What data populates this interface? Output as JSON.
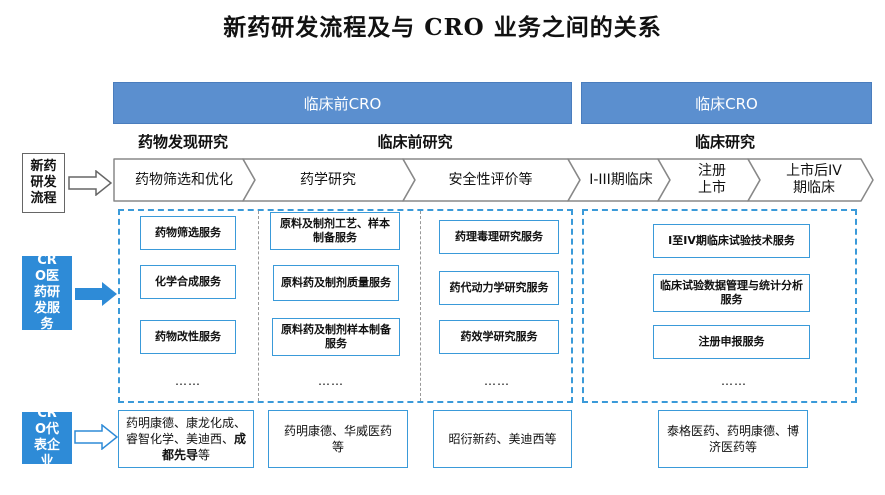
{
  "title": "新药研发流程及与 CRO 业务之间的关系",
  "banners": {
    "preclinical": "临床前CRO",
    "clinical": "临床CRO"
  },
  "phases": {
    "discovery": "药物发现研究",
    "preclinical": "临床前研究",
    "clinical": "临床研究"
  },
  "row_labels": {
    "process": "新药研发流程",
    "services": "CRO医药研发服务",
    "companies": "CRO代表企业"
  },
  "stages": [
    "药物筛选和优化",
    "药学研究",
    "安全性评价等",
    "I-III期临床",
    "注册上市",
    "上市后IV期临床"
  ],
  "services": {
    "col1": [
      "药物筛选服务",
      "化学合成服务",
      "药物改性服务"
    ],
    "col2": [
      "原料及制剂工艺、样本制备服务",
      "原料药及制剂质量服务",
      "原料药及制剂样本制备服务"
    ],
    "col3": [
      "药理毒理研究服务",
      "药代动力学研究服务",
      "药效学研究服务"
    ],
    "col4": [
      "I至IV期临床试验技术服务",
      "临床试验数据管理与统计分析服务",
      "注册申报服务"
    ],
    "ellipsis": "……"
  },
  "companies": {
    "col1_plain": "药明康德、康龙化成、睿智化学、美迪西、",
    "col1_bold": "成都先导",
    "col1_tail": "等",
    "col2": "药明康德、华威医药等",
    "col3": "昭衍新药、美迪西等",
    "col4": "泰格医药、药明康德、博济医药等"
  },
  "colors": {
    "banner": "#5b8fcf",
    "accent": "#2e8bd7",
    "border": "#3a9ad9"
  }
}
